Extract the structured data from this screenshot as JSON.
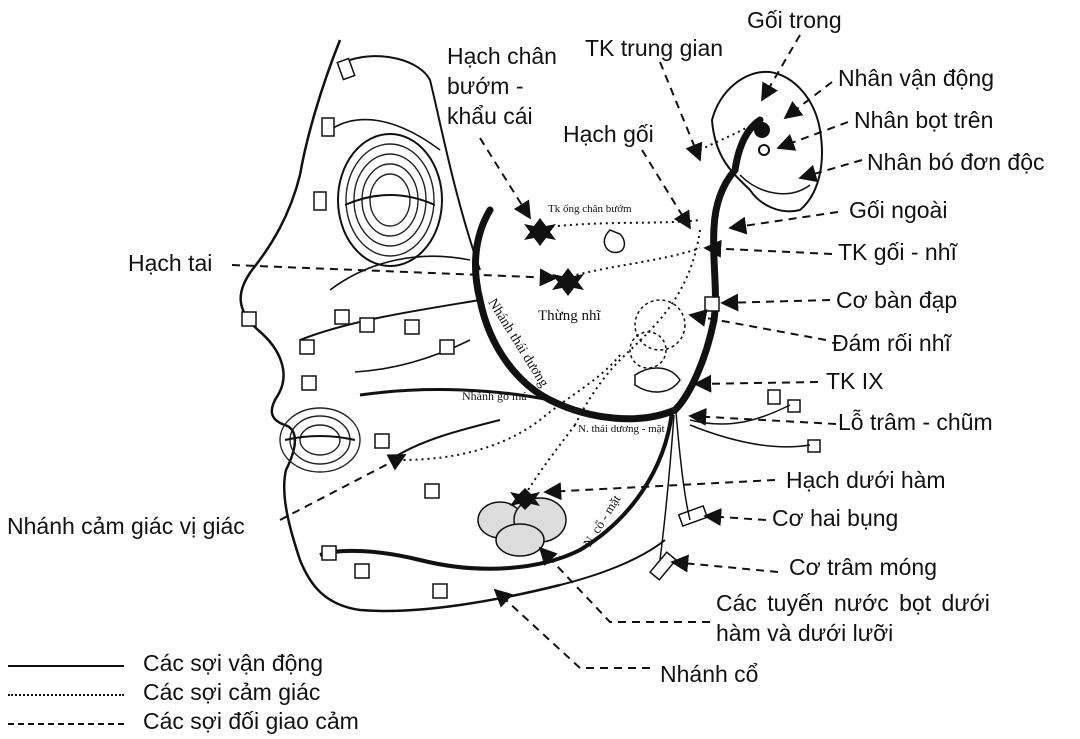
{
  "labels": {
    "goi_trong": "Gối trong",
    "tk_trung_gian": "TK trung gian",
    "hach_chan_buom_line1": "Hạch chân",
    "hach_chan_buom_line2": "bướm -",
    "hach_chan_buom_line3": "khẩu cái",
    "nhan_van_dong": "Nhân vận động",
    "nhan_bot_tren": "Nhân bọt trên",
    "hach_goi": "Hạch gối",
    "nhan_bo_don_doc": "Nhân bó đơn độc",
    "goi_ngoai": "Gối ngoài",
    "tk_goi_nhi": "TK gối - nhĩ",
    "hach_tai": "Hạch tai",
    "co_ban_dap": "Cơ bàn đạp",
    "dam_roi_nhi": "Đám rối nhĩ",
    "tk_ix": "TK IX",
    "lo_tram_chum": "Lỗ trâm - chũm",
    "hach_duoi_ham": "Hạch dưới hàm",
    "co_hai_bung": "Cơ hai bụng",
    "nhanh_cam_giac_vi_giac": "Nhánh cảm giác vị giác",
    "co_tram_mong": "Cơ trâm móng",
    "cac_tuyen_line1": "Các tuyến nước bọt dưới",
    "cac_tuyen_line2": "hàm và dưới lưỡi",
    "nhanh_co": "Nhánh cổ"
  },
  "inner_labels": {
    "tk_ong_chan_buom": "Tk ống chân bướm",
    "thung_nhi": "Thừng nhĩ",
    "nhanh_thai_duong": "Nhánh thái dương",
    "nhanh_go_ma": "Nhánh gò má",
    "n_thai_duong_mat": "N. thái dương - mặt",
    "n_co_mat": "N. cổ - mặt"
  },
  "legend": {
    "motor": "Các sợi vận động",
    "sensory": "Các sợi cảm giác",
    "parasympathetic": "Các sợi đối giao cảm"
  }
}
